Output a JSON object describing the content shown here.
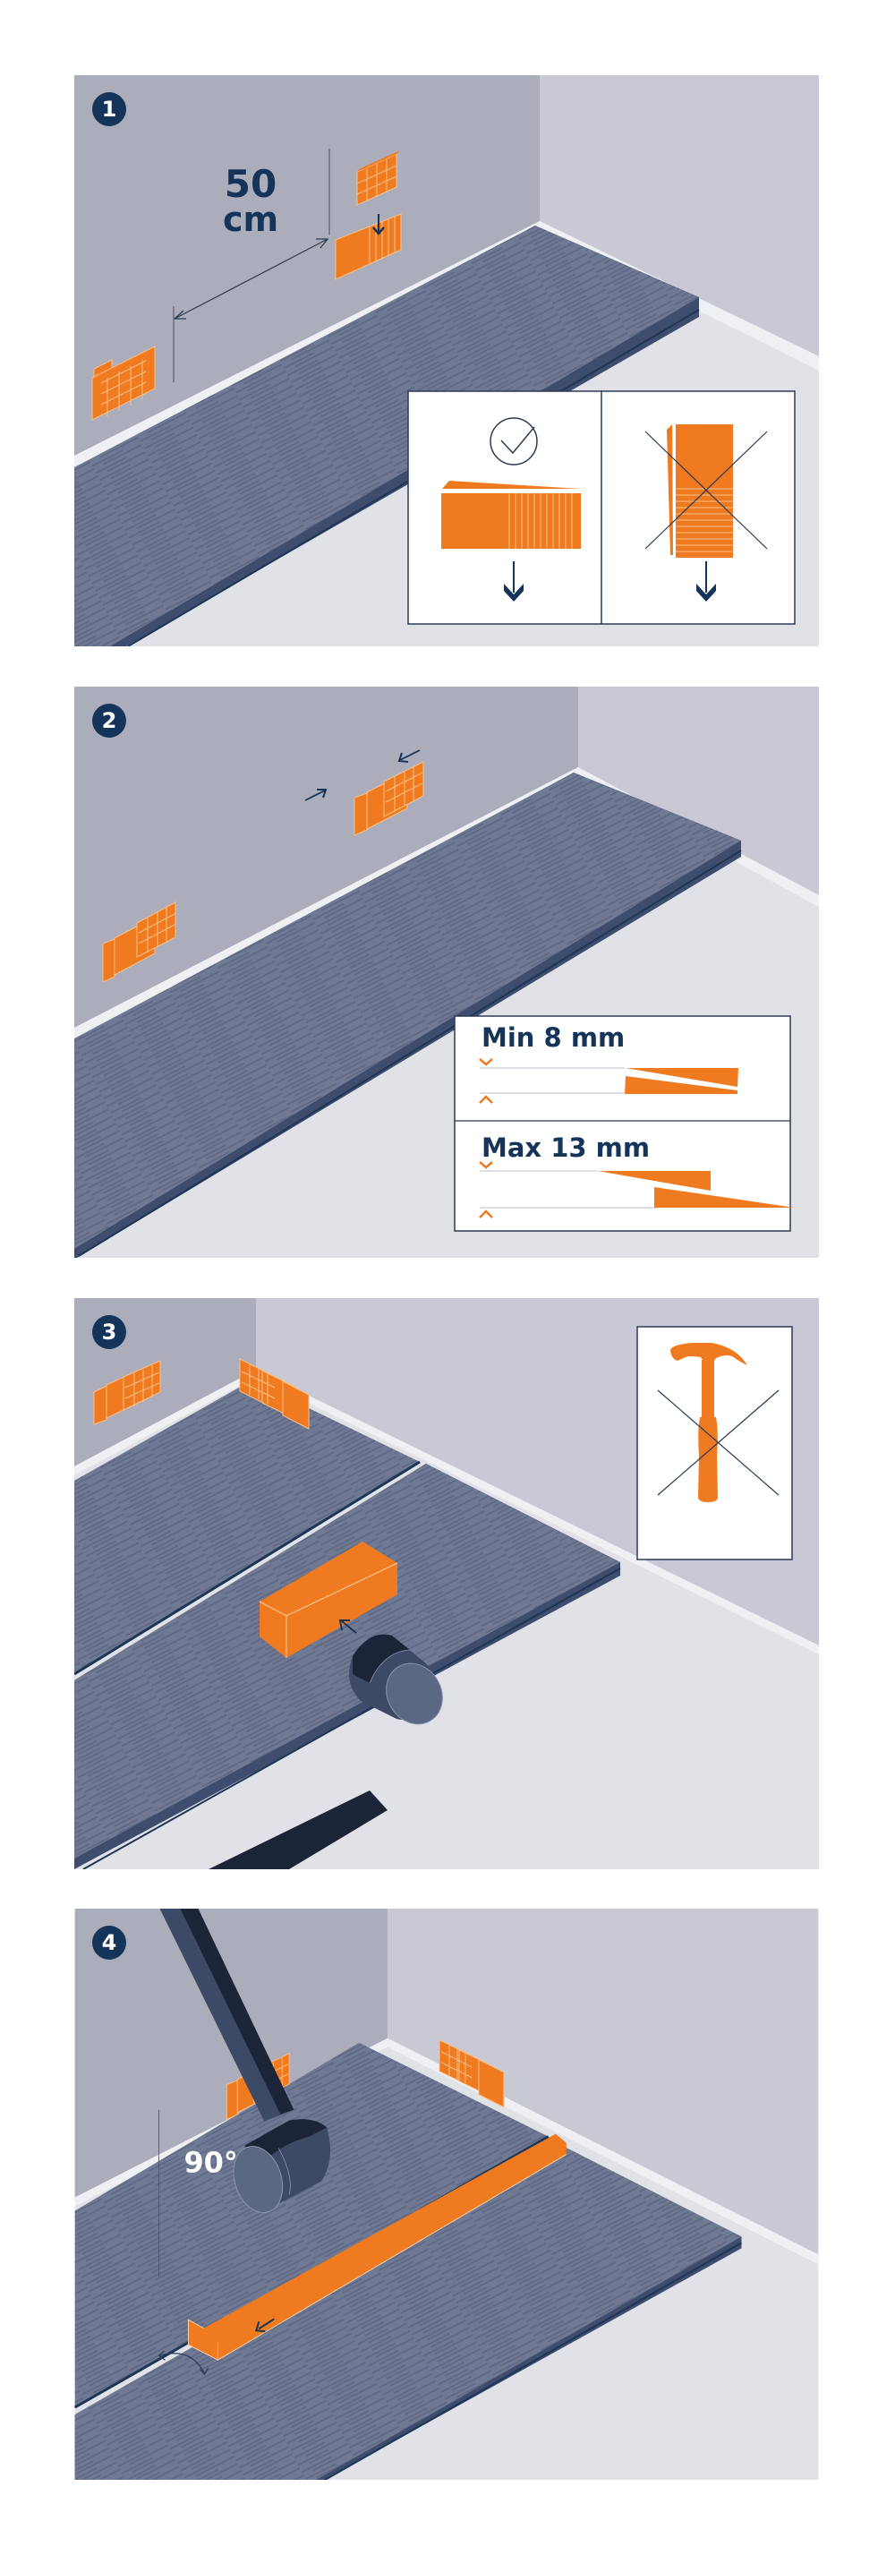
{
  "colors": {
    "page_bg": "#ffffff",
    "wall_left": "#acadbb",
    "wall_right": "#c8c9d4",
    "floor": "#e1e2e7",
    "skirting": "#eef0f4",
    "plank_top": "#6f7993",
    "plank_grain": "#5c6682",
    "plank_edge": "#3e4c6d",
    "plank_groove": "#1d3656",
    "accent_orange": "#ef7a1f",
    "navy": "#15345a",
    "mallet_dark": "#1c2438",
    "mallet_mid": "#3d4a66",
    "mallet_light": "#5a6884",
    "inset_bg": "#ffffff",
    "inset_border": "#2b3a52"
  },
  "steps": [
    {
      "number": "1",
      "distance_label": {
        "value": "50",
        "unit": "cm"
      },
      "inset": {
        "correct": {
          "icon": "check-circle-icon",
          "arrow": "down-arrow-icon"
        },
        "incorrect": {
          "icon": "cross-icon",
          "arrow": "down-arrow-icon"
        }
      }
    },
    {
      "number": "2",
      "gap_min": {
        "label": "Min 8 mm"
      },
      "gap_max": {
        "label": "Max 13 mm"
      }
    },
    {
      "number": "3",
      "inset": {
        "icon": "claw-hammer-icon",
        "status": "cross-icon"
      }
    },
    {
      "number": "4",
      "angle_label": "90°"
    }
  ]
}
